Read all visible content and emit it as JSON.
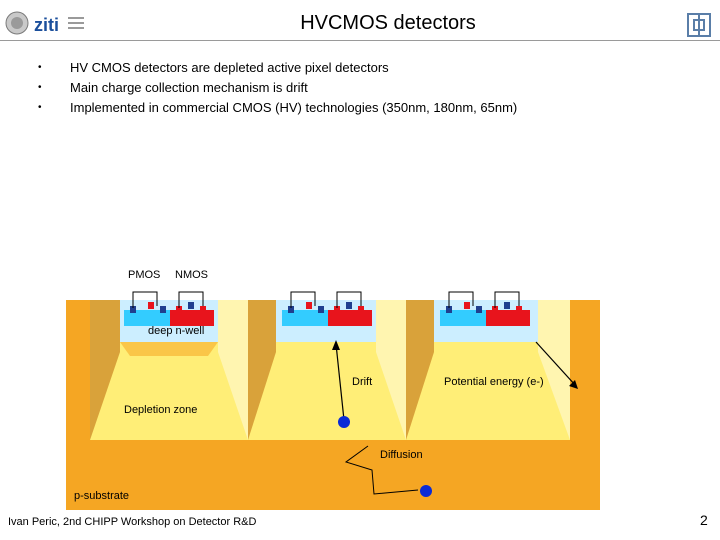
{
  "slide": {
    "title": "HVCMOS detectors",
    "bullets": [
      "HV CMOS detectors are depleted active pixel detectors",
      "Main charge collection mechanism is drift",
      "Implemented in commercial CMOS (HV) technologies (350nm, 180nm, 65nm)"
    ],
    "bullet_marker": "•",
    "footer": "Ivan Peric, 2nd CHIPP Workshop on Detector R&D",
    "page_number": "2"
  },
  "logos": {
    "left": "ziti",
    "right_icon": "institute-logo-icon"
  },
  "diagram": {
    "labels": {
      "pmos": "PMOS",
      "nmos": "NMOS",
      "deep_nwell": "deep n-well",
      "drift": "Drift",
      "potential_energy": "Potential energy (e-)",
      "depletion_zone": "Depletion zone",
      "diffusion": "Diffusion",
      "p_substrate": "p-substrate"
    },
    "colors": {
      "substrate": "#F5A623",
      "depletion": "#FFEE77",
      "depletion_side": "#D9A23A",
      "nwell": "#CCEEFF",
      "pmos_region": "#33CCFF",
      "nmos_region": "#E8141C",
      "contact_red": "#E8141C",
      "contact_blue": "#1F3F8F",
      "electron": "#0A2BD6"
    }
  }
}
